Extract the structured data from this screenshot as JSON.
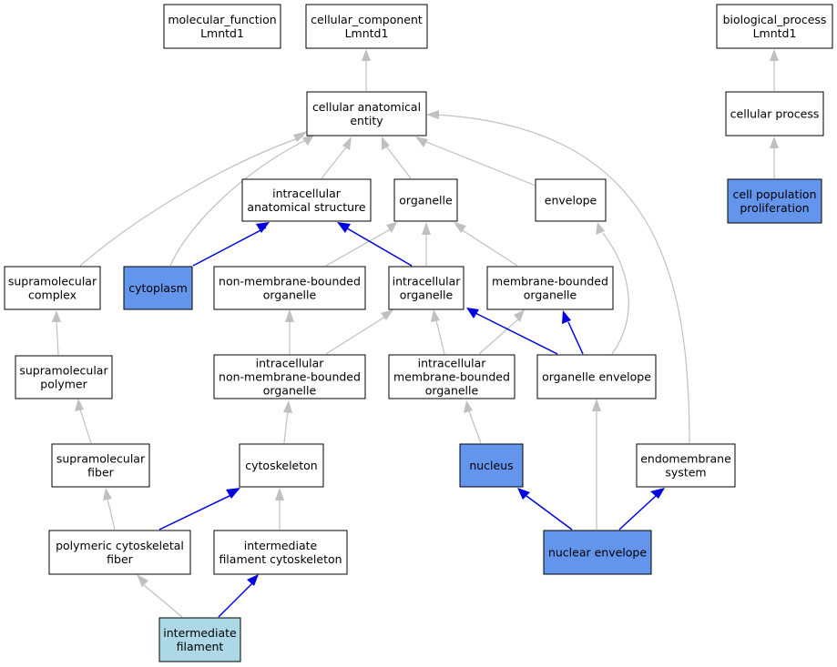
{
  "colors": {
    "default_fill": "#ffffff",
    "annotated_fill": "#6495ed",
    "focus_fill": "#add8e6",
    "gray_edge": "#c0c0c0",
    "blue_edge": "#0000e0"
  },
  "nodes": {
    "molecular_function": {
      "lines": [
        "molecular_function",
        "Lmntd1"
      ],
      "style": "default"
    },
    "cellular_component": {
      "lines": [
        "cellular_component",
        "Lmntd1"
      ],
      "style": "default"
    },
    "biological_process": {
      "lines": [
        "biological_process",
        "Lmntd1"
      ],
      "style": "default"
    },
    "cellular_anatomical_entity": {
      "lines": [
        "cellular anatomical",
        "entity"
      ],
      "style": "default"
    },
    "cellular_process": {
      "lines": [
        "cellular process"
      ],
      "style": "default"
    },
    "cell_population_proliferation": {
      "lines": [
        "cell population",
        "proliferation"
      ],
      "style": "annotated"
    },
    "intracellular_anatomical_structure": {
      "lines": [
        "intracellular",
        "anatomical structure"
      ],
      "style": "default"
    },
    "organelle": {
      "lines": [
        "organelle"
      ],
      "style": "default"
    },
    "envelope": {
      "lines": [
        "envelope"
      ],
      "style": "default"
    },
    "supramolecular_complex": {
      "lines": [
        "supramolecular",
        "complex"
      ],
      "style": "default"
    },
    "cytoplasm": {
      "lines": [
        "cytoplasm"
      ],
      "style": "annotated"
    },
    "non_membrane_bounded_organelle": {
      "lines": [
        "non-membrane-bounded",
        "organelle"
      ],
      "style": "default"
    },
    "intracellular_organelle": {
      "lines": [
        "intracellular",
        "organelle"
      ],
      "style": "default"
    },
    "membrane_bounded_organelle": {
      "lines": [
        "membrane-bounded",
        "organelle"
      ],
      "style": "default"
    },
    "supramolecular_polymer": {
      "lines": [
        "supramolecular",
        "polymer"
      ],
      "style": "default"
    },
    "intracellular_non_membrane_bounded_organelle": {
      "lines": [
        "intracellular",
        "non-membrane-bounded",
        "organelle"
      ],
      "style": "default"
    },
    "intracellular_membrane_bounded_organelle": {
      "lines": [
        "intracellular",
        "membrane-bounded",
        "organelle"
      ],
      "style": "default"
    },
    "organelle_envelope": {
      "lines": [
        "organelle envelope"
      ],
      "style": "default"
    },
    "supramolecular_fiber": {
      "lines": [
        "supramolecular",
        "fiber"
      ],
      "style": "default"
    },
    "cytoskeleton": {
      "lines": [
        "cytoskeleton"
      ],
      "style": "default"
    },
    "nucleus": {
      "lines": [
        "nucleus"
      ],
      "style": "annotated"
    },
    "endomembrane_system": {
      "lines": [
        "endomembrane",
        "system"
      ],
      "style": "default"
    },
    "polymeric_cytoskeletal_fiber": {
      "lines": [
        "polymeric cytoskeletal",
        "fiber"
      ],
      "style": "default"
    },
    "intermediate_filament_cytoskeleton": {
      "lines": [
        "intermediate",
        "filament cytoskeleton"
      ],
      "style": "default"
    },
    "nuclear_envelope": {
      "lines": [
        "nuclear envelope"
      ],
      "style": "annotated"
    },
    "intermediate_filament": {
      "lines": [
        "intermediate",
        "filament"
      ],
      "style": "focus"
    }
  }
}
